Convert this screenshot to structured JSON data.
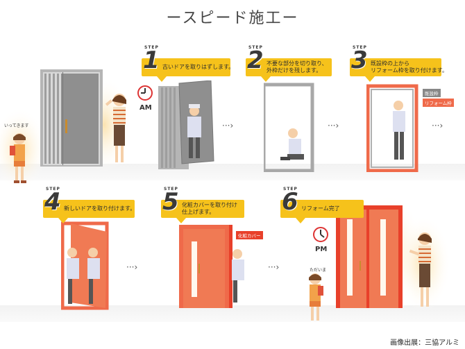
{
  "title": "ースピード施工ー",
  "step_label": "STEP",
  "steps": [
    {
      "num": "1",
      "lines": [
        "古いドアを取りはずします。"
      ]
    },
    {
      "num": "2",
      "lines": [
        "不要な部分を切り取り、",
        "外枠だけを残します。"
      ]
    },
    {
      "num": "3",
      "lines": [
        "既設枠の上から",
        "リフォーム枠を取り付けます。"
      ]
    },
    {
      "num": "4",
      "lines": [
        "新しいドアを取り付けます。"
      ]
    },
    {
      "num": "5",
      "lines": [
        "化粧カバーを取り付け",
        "仕上げます。"
      ]
    },
    {
      "num": "6",
      "lines": [
        "リフォーム完了"
      ]
    }
  ],
  "labels": {
    "existing_frame": "既設枠",
    "reform_frame": "リフォーム枠",
    "cosmetic_cover": "化粧カバー",
    "am": "AM",
    "pm": "PM",
    "bubble_leave": "いってきます",
    "bubble_return": "ただいま"
  },
  "credit": "画像出展：三協アルミ",
  "colors": {
    "banner": "#f6c21b",
    "door_orange": "#f07050",
    "frame_red": "#e8402a",
    "old_door_gray": "#9a9a9a"
  }
}
